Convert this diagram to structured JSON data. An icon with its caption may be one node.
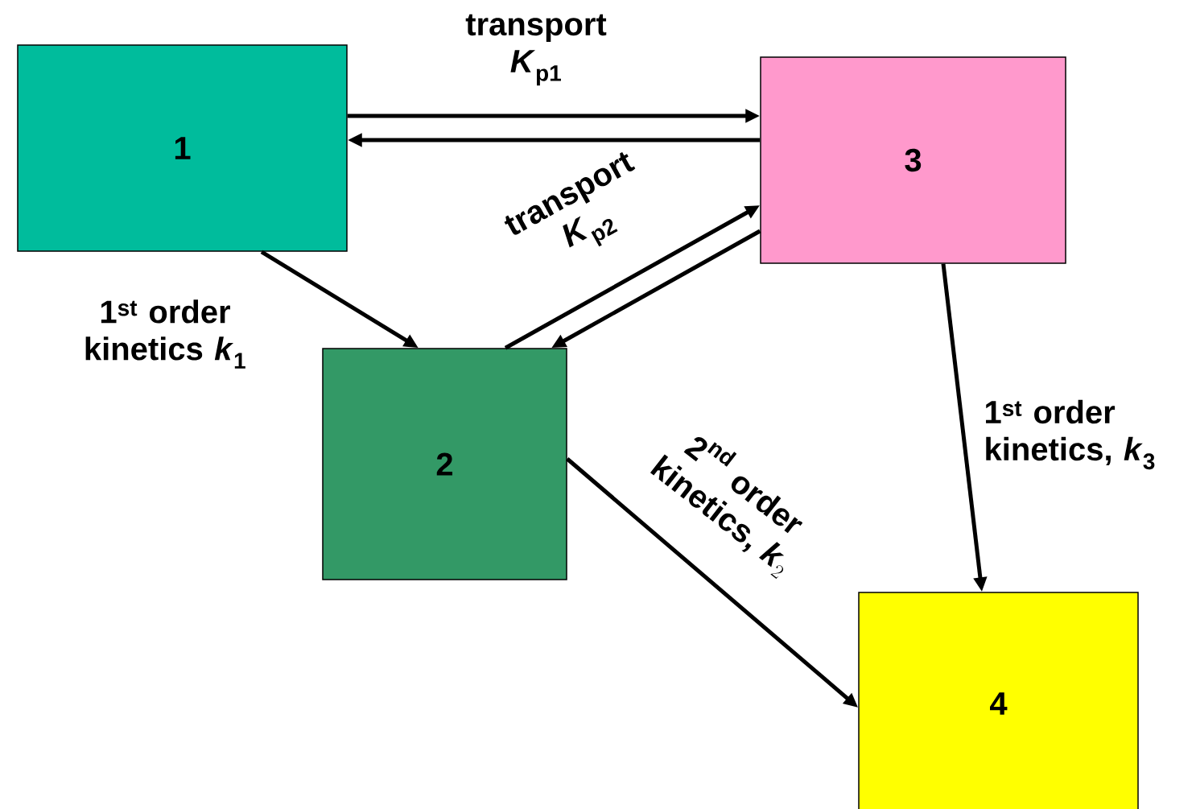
{
  "diagram": {
    "nodes": [
      {
        "text": [
          "1"
        ]
      },
      {
        "text": [
          "2"
        ]
      },
      {
        "text": [
          "3"
        ]
      },
      {
        "text": [
          "4"
        ]
      }
    ],
    "edges": [
      {
        "from": 0,
        "to": 2,
        "arrow": "to",
        "label": "transport *K*$_{p1}$"
      },
      {
        "from": 2,
        "to": 0,
        "arrow": "to"
      },
      {
        "from": 0,
        "to": 1,
        "arrow": "to",
        "label": "1$^{st}$ order kinetics *k*$_{1}$"
      },
      {
        "from": 1,
        "to": 2,
        "arrow": "to",
        "label": "transport *K*$_{p2}$"
      },
      {
        "from": 2,
        "to": 1,
        "arrow": "to"
      },
      {
        "from": 1,
        "to": 3,
        "arrow": "to",
        "label": "\\begin{array}{c}\\text{2}^{\\text{nd}}\\text{ order}\\\\ \\text{kinetics, \\textit{k}}_{2}\\end{array}"
      },
      {
        "from": 2,
        "to": 3,
        "arrow": "to",
        "label": "1$^{st}$ order kinetics, *k*$_{3}$"
      }
    ]
  }
}
